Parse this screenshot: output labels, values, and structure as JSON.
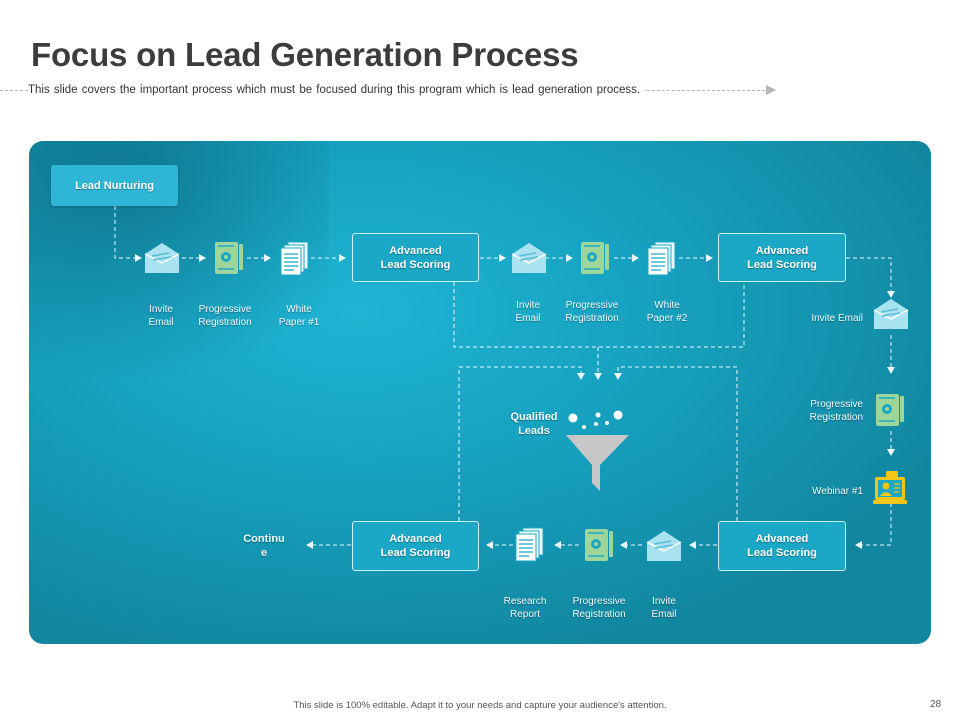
{
  "header": {
    "title": "Focus on Lead Generation Process",
    "subtitle": "This slide covers the important process which must be focused during this program which is lead generation process."
  },
  "diagram": {
    "start_box": "Lead Nurturing",
    "scoring_boxes": [
      "Advanced\nLead Scoring",
      "Advanced\nLead Scoring",
      "Advanced\nLead Scoring",
      "Advanced\nLead Scoring"
    ],
    "row1_labels": [
      "Invite\nEmail",
      "Progressive\nRegistration",
      "White\nPaper #1"
    ],
    "row2_labels": [
      "Invite\nEmail",
      "Progressive\nRegistration",
      "White\nPaper #2"
    ],
    "right_labels": [
      "Invite Email",
      "Progressive\nRegistration",
      "Webinar #1"
    ],
    "bottom_labels": [
      "Research\nReport",
      "Progressive\nRegistration",
      "Invite\nEmail"
    ],
    "center_label": "Qualified\nLeads",
    "end_label": "Continu\ne"
  },
  "colors": {
    "panel": "#1aa7c5",
    "icon_email": "#a9e3f1",
    "icon_registration": "#9ed69a",
    "icon_paper": "#ffffff",
    "icon_webinar": "#f2c518",
    "funnel": "#c7c7c7"
  },
  "footer": {
    "note": "This slide is 100% editable. Adapt it to your needs and capture your audience's attention.",
    "page_number": "28"
  }
}
